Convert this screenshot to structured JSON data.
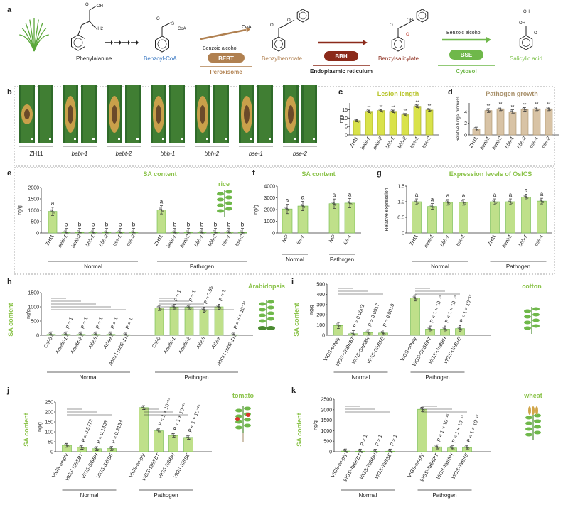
{
  "panel_letters": [
    "a",
    "b",
    "c",
    "d",
    "e",
    "f",
    "g",
    "h",
    "i",
    "j",
    "k"
  ],
  "pathway": {
    "molecules": [
      "Phenylalanine",
      "Benzoyl-CoA",
      "Benzylbenzoate",
      "Benzylsalicylate",
      "Salicylic acid"
    ],
    "enzymes": [
      "BEBT",
      "BBH",
      "BSE"
    ],
    "locations": [
      "Peroxisome",
      "Endoplasmic reticulum",
      "Cytosol"
    ],
    "cosubstrates": [
      "Benzoic alcohol",
      "CoA",
      "Benzoic alcohol"
    ],
    "atoms": [
      "OH",
      "O",
      "NH2",
      "S",
      "CoA",
      "O",
      "O",
      "O",
      "O",
      "OH",
      "O",
      "OH",
      "O",
      "OH"
    ],
    "colors": {
      "benzoyl": "#3a78c2",
      "bebt": "#b08050",
      "bbh": "#8b2a1a",
      "bse": "#6fb84a",
      "sa": "#7cc04a"
    }
  },
  "panel_b": {
    "samples": [
      "ZH11",
      "bebt-1",
      "bebt-2",
      "bbh-1",
      "bbh-2",
      "bse-1",
      "bse-2"
    ]
  },
  "panel_c": {
    "title": "Lesion length",
    "ylabel": "mm",
    "yticks": [
      "0",
      "5",
      "10",
      "15"
    ],
    "ylim": [
      0,
      19
    ],
    "categories": [
      "ZH11",
      "bebt-1",
      "bebt-2",
      "bbh-1",
      "bbh-2",
      "bse-1",
      "bse-2"
    ],
    "values": [
      8.5,
      14,
      14.5,
      14,
      12,
      17,
      14.8
    ],
    "sig": [
      "",
      "**",
      "**",
      "**",
      "**",
      "**",
      "**"
    ],
    "color": "#d9e24a"
  },
  "panel_d": {
    "title": "Pathogen growth",
    "ylabel": "Relative fungal biomass",
    "yticks": [
      "0",
      "2",
      "4"
    ],
    "ylim": [
      0,
      5.5
    ],
    "categories": [
      "ZH11",
      "bebt-1",
      "bebt-2",
      "bbh-1",
      "bbh-2",
      "bse-1",
      "bse-2"
    ],
    "values": [
      1,
      4.2,
      4.5,
      4.0,
      4.4,
      4.5,
      4.5
    ],
    "sig": [
      "",
      "**",
      "**",
      "**",
      "**",
      "**",
      "**"
    ],
    "color": "#d8c3a5"
  },
  "panel_e": {
    "title": "SA content",
    "species": "rice",
    "ylabel": "ng/g",
    "yticks": [
      "0",
      "500",
      "1000",
      "1500",
      "2000"
    ],
    "ylim": [
      0,
      2000
    ],
    "groups": [
      {
        "label": "Normal",
        "categories": [
          "ZH11",
          "bebt-1",
          "bebt-2",
          "bbh-1",
          "bbh-2",
          "bse-1",
          "bse-2"
        ],
        "values": [
          950,
          20,
          25,
          20,
          20,
          25,
          20
        ],
        "letters": [
          "a",
          "b",
          "b",
          "b",
          "b",
          "b",
          "b"
        ]
      },
      {
        "label": "Pathogen",
        "categories": [
          "ZH11",
          "bebt-1",
          "bebt-2",
          "bbh-1",
          "bbh-2",
          "bse-1",
          "bse-2"
        ],
        "values": [
          1020,
          20,
          20,
          20,
          25,
          30,
          20
        ],
        "letters": [
          "a",
          "b",
          "b",
          "b",
          "b",
          "b",
          "b"
        ]
      }
    ]
  },
  "panel_f": {
    "title": "SA content",
    "ylabel": "ng/g",
    "yticks": [
      "0",
      "1000",
      "2000",
      "3000",
      "4000"
    ],
    "ylim": [
      0,
      4000
    ],
    "groups": [
      {
        "label": "Normal",
        "categories": [
          "NIP",
          "ics-1"
        ],
        "values": [
          2050,
          2300
        ],
        "letters": [
          "a",
          "a"
        ]
      },
      {
        "label": "Pathogen",
        "categories": [
          "NIP",
          "ics-1"
        ],
        "values": [
          2500,
          2550
        ],
        "letters": [
          "a",
          "a"
        ]
      }
    ]
  },
  "panel_g": {
    "title": "Expression levels of OsICS",
    "ylabel": "Relative expression",
    "yticks": [
      "0",
      "0.5",
      "1.0",
      "1.5"
    ],
    "ylim": [
      0,
      1.5
    ],
    "groups": [
      {
        "label": "Normal",
        "categories": [
          "ZH11",
          "bebt-1",
          "bbh-1",
          "bse-1"
        ],
        "values": [
          1.0,
          0.85,
          0.98,
          0.98
        ],
        "letters": [
          "a",
          "a",
          "a",
          "a"
        ]
      },
      {
        "label": "Pathogen",
        "categories": [
          "ZH11",
          "bebt-1",
          "bbh-1",
          "bse-1"
        ],
        "values": [
          1.0,
          1.0,
          1.15,
          1.02
        ],
        "letters": [
          "a",
          "a",
          "a",
          "a"
        ]
      }
    ]
  },
  "panel_h": {
    "ylabel": "SA content",
    "unit": "ng/g",
    "species": "Arabidopsis",
    "yticks": [
      "0",
      "500",
      "1000",
      "1500"
    ],
    "ylim": [
      0,
      1500
    ],
    "groups": [
      {
        "label": "Normal",
        "categories": [
          "Col-0",
          "Atbebt-1",
          "Atbebt-2",
          "Atbbh",
          "Atbse",
          "Atics1 (sid2-1)"
        ],
        "values": [
          30,
          30,
          30,
          30,
          30,
          20
        ],
        "pvals": [
          "P = 1",
          "P = 1",
          "P = 1",
          "P = 1",
          "P = 1"
        ]
      },
      {
        "label": "Pathogen",
        "categories": [
          "Col-0",
          "Atbebt-1",
          "Atbebt-2",
          "Atbbh",
          "Atbse",
          "Atics1 (sid2-1)"
        ],
        "values": [
          960,
          990,
          980,
          900,
          1000,
          20
        ],
        "pvals": [
          "P = 1",
          "P = 1",
          "P = 0.95",
          "P = 1",
          "P = 5 × 10⁻¹⁴"
        ]
      }
    ]
  },
  "panel_i": {
    "ylabel": "SA content",
    "unit": "ng/g",
    "species": "cotton",
    "yticks": [
      "0",
      "100",
      "200",
      "300",
      "400",
      "500"
    ],
    "ylim": [
      0,
      500
    ],
    "groups": [
      {
        "label": "Normal",
        "categories": [
          "VIGS-empty",
          "VIGS-GhBEBT",
          "VIGS-GhBBH",
          "VIGS-GhBSE"
        ],
        "values": [
          95,
          15,
          25,
          22
        ],
        "pvals": [
          "P = 0.0003",
          "P = 0.0017",
          "P = 0.0010"
        ]
      },
      {
        "label": "Pathogen",
        "categories": [
          "VIGS-empty",
          "VIGS-GhBEBT",
          "VIGS-GhBBH",
          "VIGS-GhBSE"
        ],
        "values": [
          365,
          60,
          60,
          65
        ],
        "pvals": [
          "P < 1 × 10⁻¹⁵",
          "P < 1 × 10⁻¹⁵",
          "P < 1 × 10⁻¹⁵"
        ]
      }
    ]
  },
  "panel_j": {
    "ylabel": "SA content",
    "unit": "ng/g",
    "species": "tomato",
    "yticks": [
      "0",
      "50",
      "100",
      "150",
      "200",
      "250"
    ],
    "ylim": [
      0,
      250
    ],
    "groups": [
      {
        "label": "Normal",
        "categories": [
          "VIGS-empty",
          "VIGS-SlBEBT",
          "VIGS-SlBBH",
          "VIGS-SlBSE"
        ],
        "values": [
          32,
          22,
          15,
          16
        ],
        "pvals": [
          "P = 0.5773",
          "P = 0.1483",
          "P = 0.3153"
        ]
      },
      {
        "label": "Pathogen",
        "categories": [
          "VIGS-empty",
          "VIGS-SlBEBT",
          "VIGS-SlBBH",
          "VIGS-SlBSE"
        ],
        "values": [
          222,
          105,
          82,
          72
        ],
        "pvals": [
          "P < 1 × 10⁻¹⁵",
          "P < 1 × 10⁻¹⁵",
          "P < 1 × 10⁻¹⁵"
        ]
      }
    ]
  },
  "panel_k": {
    "ylabel": "SA content",
    "unit": "ng/g",
    "species": "wheat",
    "yticks": [
      "0",
      "500",
      "1000",
      "1500",
      "2000",
      "2500"
    ],
    "ylim": [
      0,
      2500
    ],
    "groups": [
      {
        "label": "Normal",
        "categories": [
          "VIGS-empty",
          "VIGS-TaBEBT",
          "VIGS-TaBBH",
          "VIGS-TaBSE"
        ],
        "values": [
          30,
          25,
          20,
          25
        ],
        "pvals": [
          "P = 1",
          "P = 1",
          "P = 1"
        ]
      },
      {
        "label": "Pathogen",
        "categories": [
          "VIGS-empty",
          "VIGS-TaBEBT",
          "VIGS-TaBBH",
          "VIGS-TaBSE"
        ],
        "values": [
          2020,
          230,
          180,
          200
        ],
        "pvals": [
          "P < 1 × 10⁻¹⁵",
          "P < 1 × 10⁻¹⁵",
          "P < 1 × 10⁻¹⁵"
        ]
      }
    ]
  },
  "chart_data": [
    {
      "type": "bar",
      "title": "Lesion length",
      "ylabel": "mm",
      "categories": [
        "ZH11",
        "bebt-1",
        "bebt-2",
        "bbh-1",
        "bbh-2",
        "bse-1",
        "bse-2"
      ],
      "values": [
        8.5,
        14,
        14.5,
        14,
        12,
        17,
        14.8
      ],
      "ylim": [
        0,
        19
      ]
    },
    {
      "type": "bar",
      "title": "Pathogen growth",
      "ylabel": "Relative fungal biomass",
      "categories": [
        "ZH11",
        "bebt-1",
        "bebt-2",
        "bbh-1",
        "bbh-2",
        "bse-1",
        "bse-2"
      ],
      "values": [
        1,
        4.2,
        4.5,
        4.0,
        4.4,
        4.5,
        4.5
      ],
      "ylim": [
        0,
        5.5
      ]
    }
  ]
}
